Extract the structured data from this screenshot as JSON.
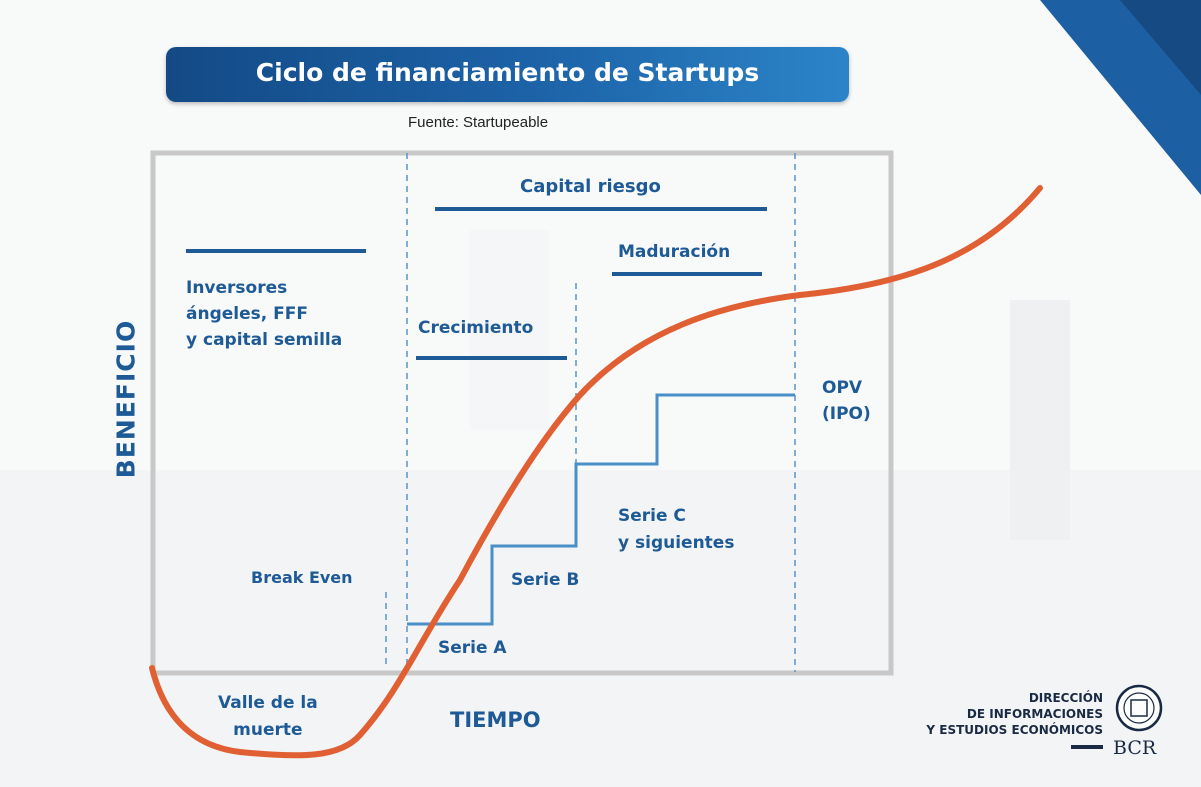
{
  "title": "Ciclo de financiamiento de Startups",
  "source": "Fuente: Startupeable",
  "y_axis_label": "BENEFICIO",
  "x_axis_label": "TIEMPO",
  "stages": {
    "venture_capital": "Capital riesgo",
    "angels": [
      "Inversores",
      "ángeles, FFF",
      "y capital semilla"
    ],
    "growth": "Crecimiento",
    "maturity": "Maduración",
    "ipo": [
      "OPV",
      "(IPO)"
    ],
    "break_even": "Break Even",
    "valley": [
      "Valle de la",
      "muerte"
    ]
  },
  "series_labels": {
    "a": "Serie A",
    "b": "Serie B",
    "c": [
      "Serie C",
      "y siguientes"
    ]
  },
  "logo": {
    "lines": [
      "DIRECCIÓN",
      "DE INFORMACIONES",
      "Y ESTUDIOS ECONÓMICOS"
    ],
    "brand": "BCR"
  },
  "colors": {
    "curve": "#e06033",
    "text": "#1e5a96",
    "step_line": "#4a90c8",
    "frame": "#c8c8c8",
    "title_bar": "#1a5a9c",
    "corner": "#1d5fa3"
  }
}
